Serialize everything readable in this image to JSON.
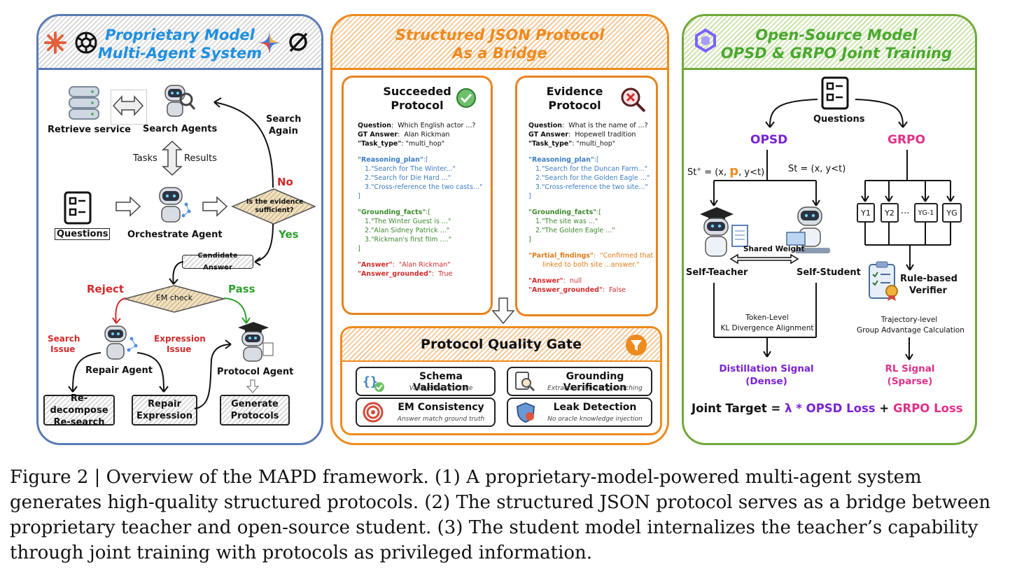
{
  "colors": {
    "left": "#5b7bb5",
    "middle": "#ef8a1e",
    "right": "#6fa83a",
    "title_left": "#1f8fe0",
    "title_middle": "#ef8a1e",
    "title_right": "#4aa82e"
  },
  "left": {
    "title_line1": "Proprietary Model",
    "title_line2": "Multi-Agent System",
    "retrieve_service": "Retrieve service",
    "search_agents": "Search Agents",
    "search_again_1": "Search",
    "search_again_2": "Again",
    "tasks": "Tasks",
    "results": "Results",
    "no": "No",
    "yes": "Yes",
    "evidence_q1": "Is the evidence",
    "evidence_q2": "sufficient?",
    "questions": "Questions",
    "orchestrate_agent": "Orchestrate Agent",
    "candidate_answer": "Candidate Answer",
    "reject": "Reject",
    "pass": "Pass",
    "em_check": "EM check",
    "search_issue_1": "Search",
    "search_issue_2": "Issue",
    "expression_issue_1": "Expression",
    "expression_issue_2": "Issue",
    "repair_agent": "Repair Agent",
    "protocol_agent": "Protocol Agent",
    "redecompose_1": "Re-decompose",
    "redecompose_2": "Re-search",
    "repair_expr_1": "Repair",
    "repair_expr_2": "Expression",
    "generate_1": "Generate",
    "generate_2": "Protocols"
  },
  "middle": {
    "title_line1": "Structured JSON Protocol",
    "title_line2": "As a Bridge",
    "succeeded": {
      "title_1": "Succeeded",
      "title_2": "Protocol",
      "question_key": "Question",
      "question_val": "Which English actor ...?",
      "gt_key": "GT Answer",
      "gt_val": "Alan Rickman",
      "task_key": "\"Task_type\"",
      "task_val": "\"multi_hop\"",
      "plan_key": "\"Reasoning_plan\"",
      "plan_items": [
        "1.\"Search for The Winter...\"",
        "2.\"Search for Die Hard ...\"",
        "3.\"Cross-reference the two casts...\""
      ],
      "facts_key": "\"Grounding_facts\"",
      "facts_items": [
        "1.\"The Winter Guest is ...\"",
        "2.\"Alan Sidney Patrick ...\"",
        "3.\"Rickman's first film ....\""
      ],
      "answer_key": "\"Answer\"",
      "answer_val": "\"Alan Rickman\"",
      "grounded_key": "\"Answer_grounded\"",
      "grounded_val": "True"
    },
    "evidence": {
      "title_1": "Evidence",
      "title_2": "Protocol",
      "question_key": "Question",
      "question_val": "What is the name of ...?",
      "gt_key": "GT Answer",
      "gt_val": "Hopewell tradition",
      "task_key": "\"Task_type\"",
      "task_val": "\"multi_hop\"",
      "plan_key": "\"Reasoning_plan\"",
      "plan_items": [
        "1.\"Search for the Duncan Farm...\"",
        "2.\"Search for the Golden Eagle ...\"",
        "3.\"Cross-reference the two site...\""
      ],
      "facts_key": "\"Grounding_facts\"",
      "facts_items": [
        "1.\"The site was ...\"",
        "2.\"The Golden Eagle ...\""
      ],
      "partial_key": "\"Partial_findings\"",
      "partial_val_1": "\"Confirmed that",
      "partial_val_2": "linked to both site ...answer.\"",
      "answer_key": "\"Answer\"",
      "answer_val": "null",
      "grounded_key": "\"Answer_grounded\"",
      "grounded_val": "False"
    },
    "gate_title": "Protocol Quality Gate",
    "gates": [
      {
        "title": "Schema Validation",
        "sub": "Valid JSON structure"
      },
      {
        "title": "Grounding Verification",
        "sub": "Extractive substring matching"
      },
      {
        "title": "EM Consistency",
        "sub": "Answer match ground truth"
      },
      {
        "title": "Leak Detection",
        "sub": "No oracle knowledge injection"
      }
    ]
  },
  "right": {
    "title_line1": "Open-Source Model",
    "title_line2": "OPSD & GRPO Joint Training",
    "questions": "Questions",
    "opsd": "OPSD",
    "grpo": "GRPO",
    "st_plus_a": "St",
    "st_plus_b": "+",
    "st_plus_c": " = (x, ",
    "st_plus_p": "p",
    "st_plus_d": ", y<t)",
    "st": "St = (x, y<t)",
    "shared_weight": "Shared Weight",
    "self_teacher": "Self-Teacher",
    "self_student": "Self-Student",
    "token_level_1": "Token-Level",
    "token_level_2": "KL Divergence Alignment",
    "traj_1": "Trajectory-level",
    "traj_2": "Group Advantage Calculation",
    "y_boxes": [
      "Y1",
      "Y2",
      "YG-1",
      "YG"
    ],
    "ellipsis": "...",
    "rule_1": "Rule-based",
    "rule_2": "Verifier",
    "distill_1": "Distillation Signal",
    "distill_2": "(Dense)",
    "rl_1": "RL Signal",
    "rl_2": "(Sparse)",
    "joint_a": "Joint Target =",
    "joint_b": "λ * OPSD Loss",
    "joint_c": "+",
    "joint_d": "GRPO Loss"
  },
  "caption": "Figure 2 | Overview of the MAPD framework. (1) A proprietary-model-powered multi-agent system generates high-quality structured protocols. (2) The structured JSON protocol serves as a bridge between proprietary teacher and open-source student. (3) The student model internalizes the teacher’s capability through joint training with protocols as privileged information."
}
